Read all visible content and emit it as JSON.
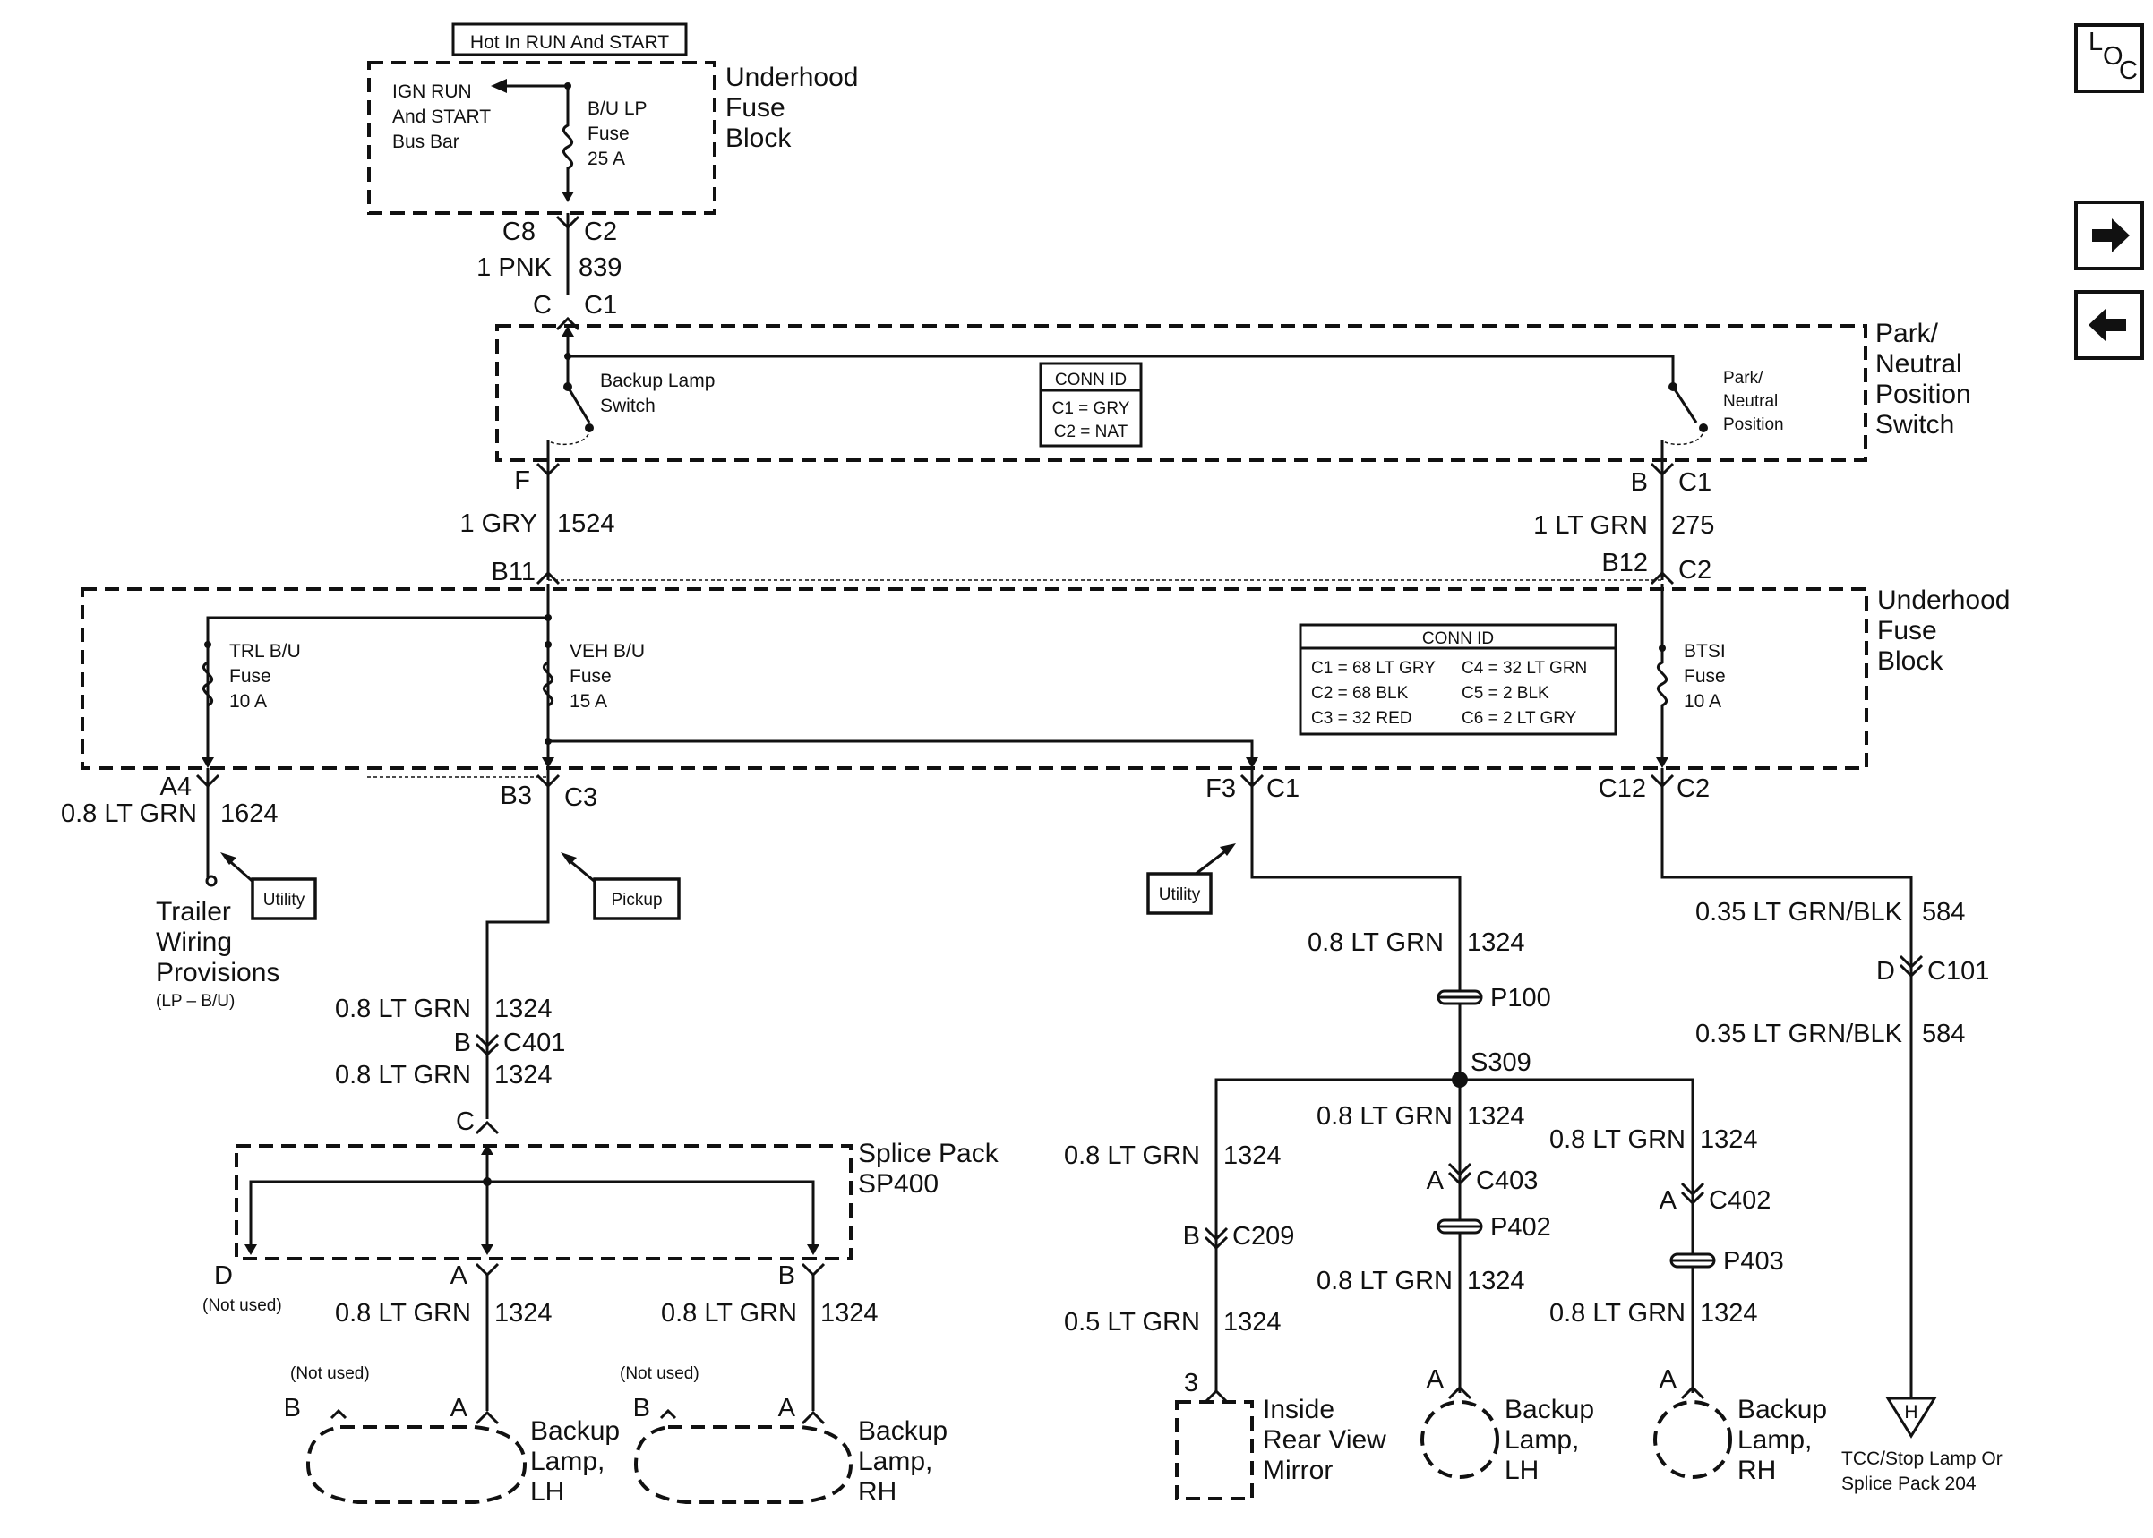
{
  "top_label": "Hot In RUN And START",
  "fuse_block_top": {
    "title": [
      "Underhood",
      "Fuse",
      "Block"
    ],
    "bus_label": [
      "IGN RUN",
      "And START",
      "Bus Bar"
    ],
    "fuse_label": [
      "B/U LP",
      "Fuse",
      "25 A"
    ]
  },
  "conn_top": {
    "left": "C8",
    "right": "C2"
  },
  "wire_top": {
    "gauge_color": "1 PNK",
    "circuit": "839"
  },
  "conn_switch_in": {
    "left": "C",
    "right": "C1"
  },
  "switch": {
    "title": [
      "Park/",
      "Neutral",
      "Position",
      "Switch"
    ],
    "backup_label": [
      "Backup Lamp",
      "Switch"
    ],
    "pnp_label": [
      "Park/",
      "Neutral",
      "Position"
    ],
    "conn_id": {
      "title": "CONN ID",
      "rows": [
        "C1 = GRY",
        "C2 = NAT"
      ]
    }
  },
  "switch_out_left": {
    "pin": "F",
    "gauge_color": "1 GRY",
    "circuit": "1524",
    "pin2": "B11"
  },
  "switch_out_right": {
    "pin": "B",
    "conn": "C1",
    "gauge_color": "1 LT GRN",
    "circuit": "275",
    "pin2": "B12",
    "conn2": "C2"
  },
  "fuse_block_mid": {
    "title": [
      "Underhood",
      "Fuse",
      "Block"
    ],
    "trl_fuse": [
      "TRL B/U",
      "Fuse",
      "10 A"
    ],
    "veh_fuse": [
      "VEH B/U",
      "Fuse",
      "15 A"
    ],
    "btsi_fuse": [
      "BTSI",
      "Fuse",
      "10 A"
    ],
    "conn_id": {
      "title": "CONN ID",
      "rows": [
        "C1 = 68 LT GRY",
        "C4 = 32 LT GRN",
        "C2 = 68 BLK",
        "C5 = 2 BLK",
        "C3 = 32 RED",
        "C6 = 2 LT GRY"
      ]
    }
  },
  "trailer": {
    "pin": "A4",
    "gauge_color": "0.8 LT GRN",
    "circuit": "1624",
    "badge": "Utility",
    "label": [
      "Trailer",
      "Wiring",
      "Provisions"
    ],
    "sub": "(LP – B/U)"
  },
  "pickup": {
    "pin": "B3",
    "conn": "C3",
    "badge": "Pickup",
    "w1": {
      "gauge_color": "0.8 LT GRN",
      "circuit": "1324"
    },
    "c401": {
      "pin": "B",
      "conn": "C401"
    },
    "w2": {
      "gauge_color": "0.8 LT GRN",
      "circuit": "1324"
    },
    "c_pin": "C",
    "splice": [
      "Splice Pack",
      "SP400"
    ],
    "d_pin": "D",
    "not_used": "(Not used)",
    "a_pin": "A",
    "b_pin": "B",
    "left_wire": {
      "gauge_color": "0.8 LT GRN",
      "circuit": "1324"
    },
    "right_wire": {
      "gauge_color": "0.8 LT GRN",
      "circuit": "1324"
    },
    "lamp_lh": {
      "b": "B",
      "a": "A",
      "not_used": "(Not used)",
      "label": [
        "Backup",
        "Lamp,",
        "LH"
      ]
    },
    "lamp_rh": {
      "b": "B",
      "a": "A",
      "not_used": "(Not used)",
      "label": [
        "Backup",
        "Lamp,",
        "RH"
      ]
    }
  },
  "utility": {
    "pin": "F3",
    "conn": "C1",
    "badge": "Utility",
    "w1": {
      "gauge_color": "0.8 LT GRN",
      "circuit": "1324"
    },
    "p100": "P100",
    "s309": "S309",
    "mirror_w1": {
      "gauge_color": "0.8 LT GRN",
      "circuit": "1324"
    },
    "c209": {
      "pin": "B",
      "conn": "C209"
    },
    "mirror_w2": {
      "gauge_color": "0.5 LT GRN",
      "circuit": "1324"
    },
    "mirror_pin": "3",
    "mirror_label": [
      "Inside",
      "Rear View",
      "Mirror"
    ],
    "lh_w1": {
      "gauge_color": "0.8 LT GRN",
      "circuit": "1324"
    },
    "c403": {
      "pin": "A",
      "conn": "C403"
    },
    "p402": "P402",
    "lh_w2": {
      "gauge_color": "0.8 LT GRN",
      "circuit": "1324"
    },
    "lh_pin": "A",
    "lh_label": [
      "Backup",
      "Lamp,",
      "LH"
    ],
    "rh_w1": {
      "gauge_color": "0.8 LT GRN",
      "circuit": "1324"
    },
    "c402": {
      "pin": "A",
      "conn": "C402"
    },
    "p403": "P403",
    "rh_w2": {
      "gauge_color": "0.8 LT GRN",
      "circuit": "1324"
    },
    "rh_pin": "A",
    "rh_label": [
      "Backup",
      "Lamp,",
      "RH"
    ]
  },
  "btsi_out": {
    "pin": "C12",
    "conn": "C2",
    "w1": {
      "gauge_color": "0.35 LT GRN/BLK",
      "circuit": "584"
    },
    "c101": {
      "pin": "D",
      "conn": "C101"
    },
    "w2": {
      "gauge_color": "0.35 LT GRN/BLK",
      "circuit": "584"
    },
    "offpage": "H",
    "dest": [
      "TCC/Stop Lamp Or",
      "Splice Pack 204"
    ]
  },
  "nav": {
    "loc_l": "L",
    "loc_o": "O",
    "loc_c": "C"
  }
}
